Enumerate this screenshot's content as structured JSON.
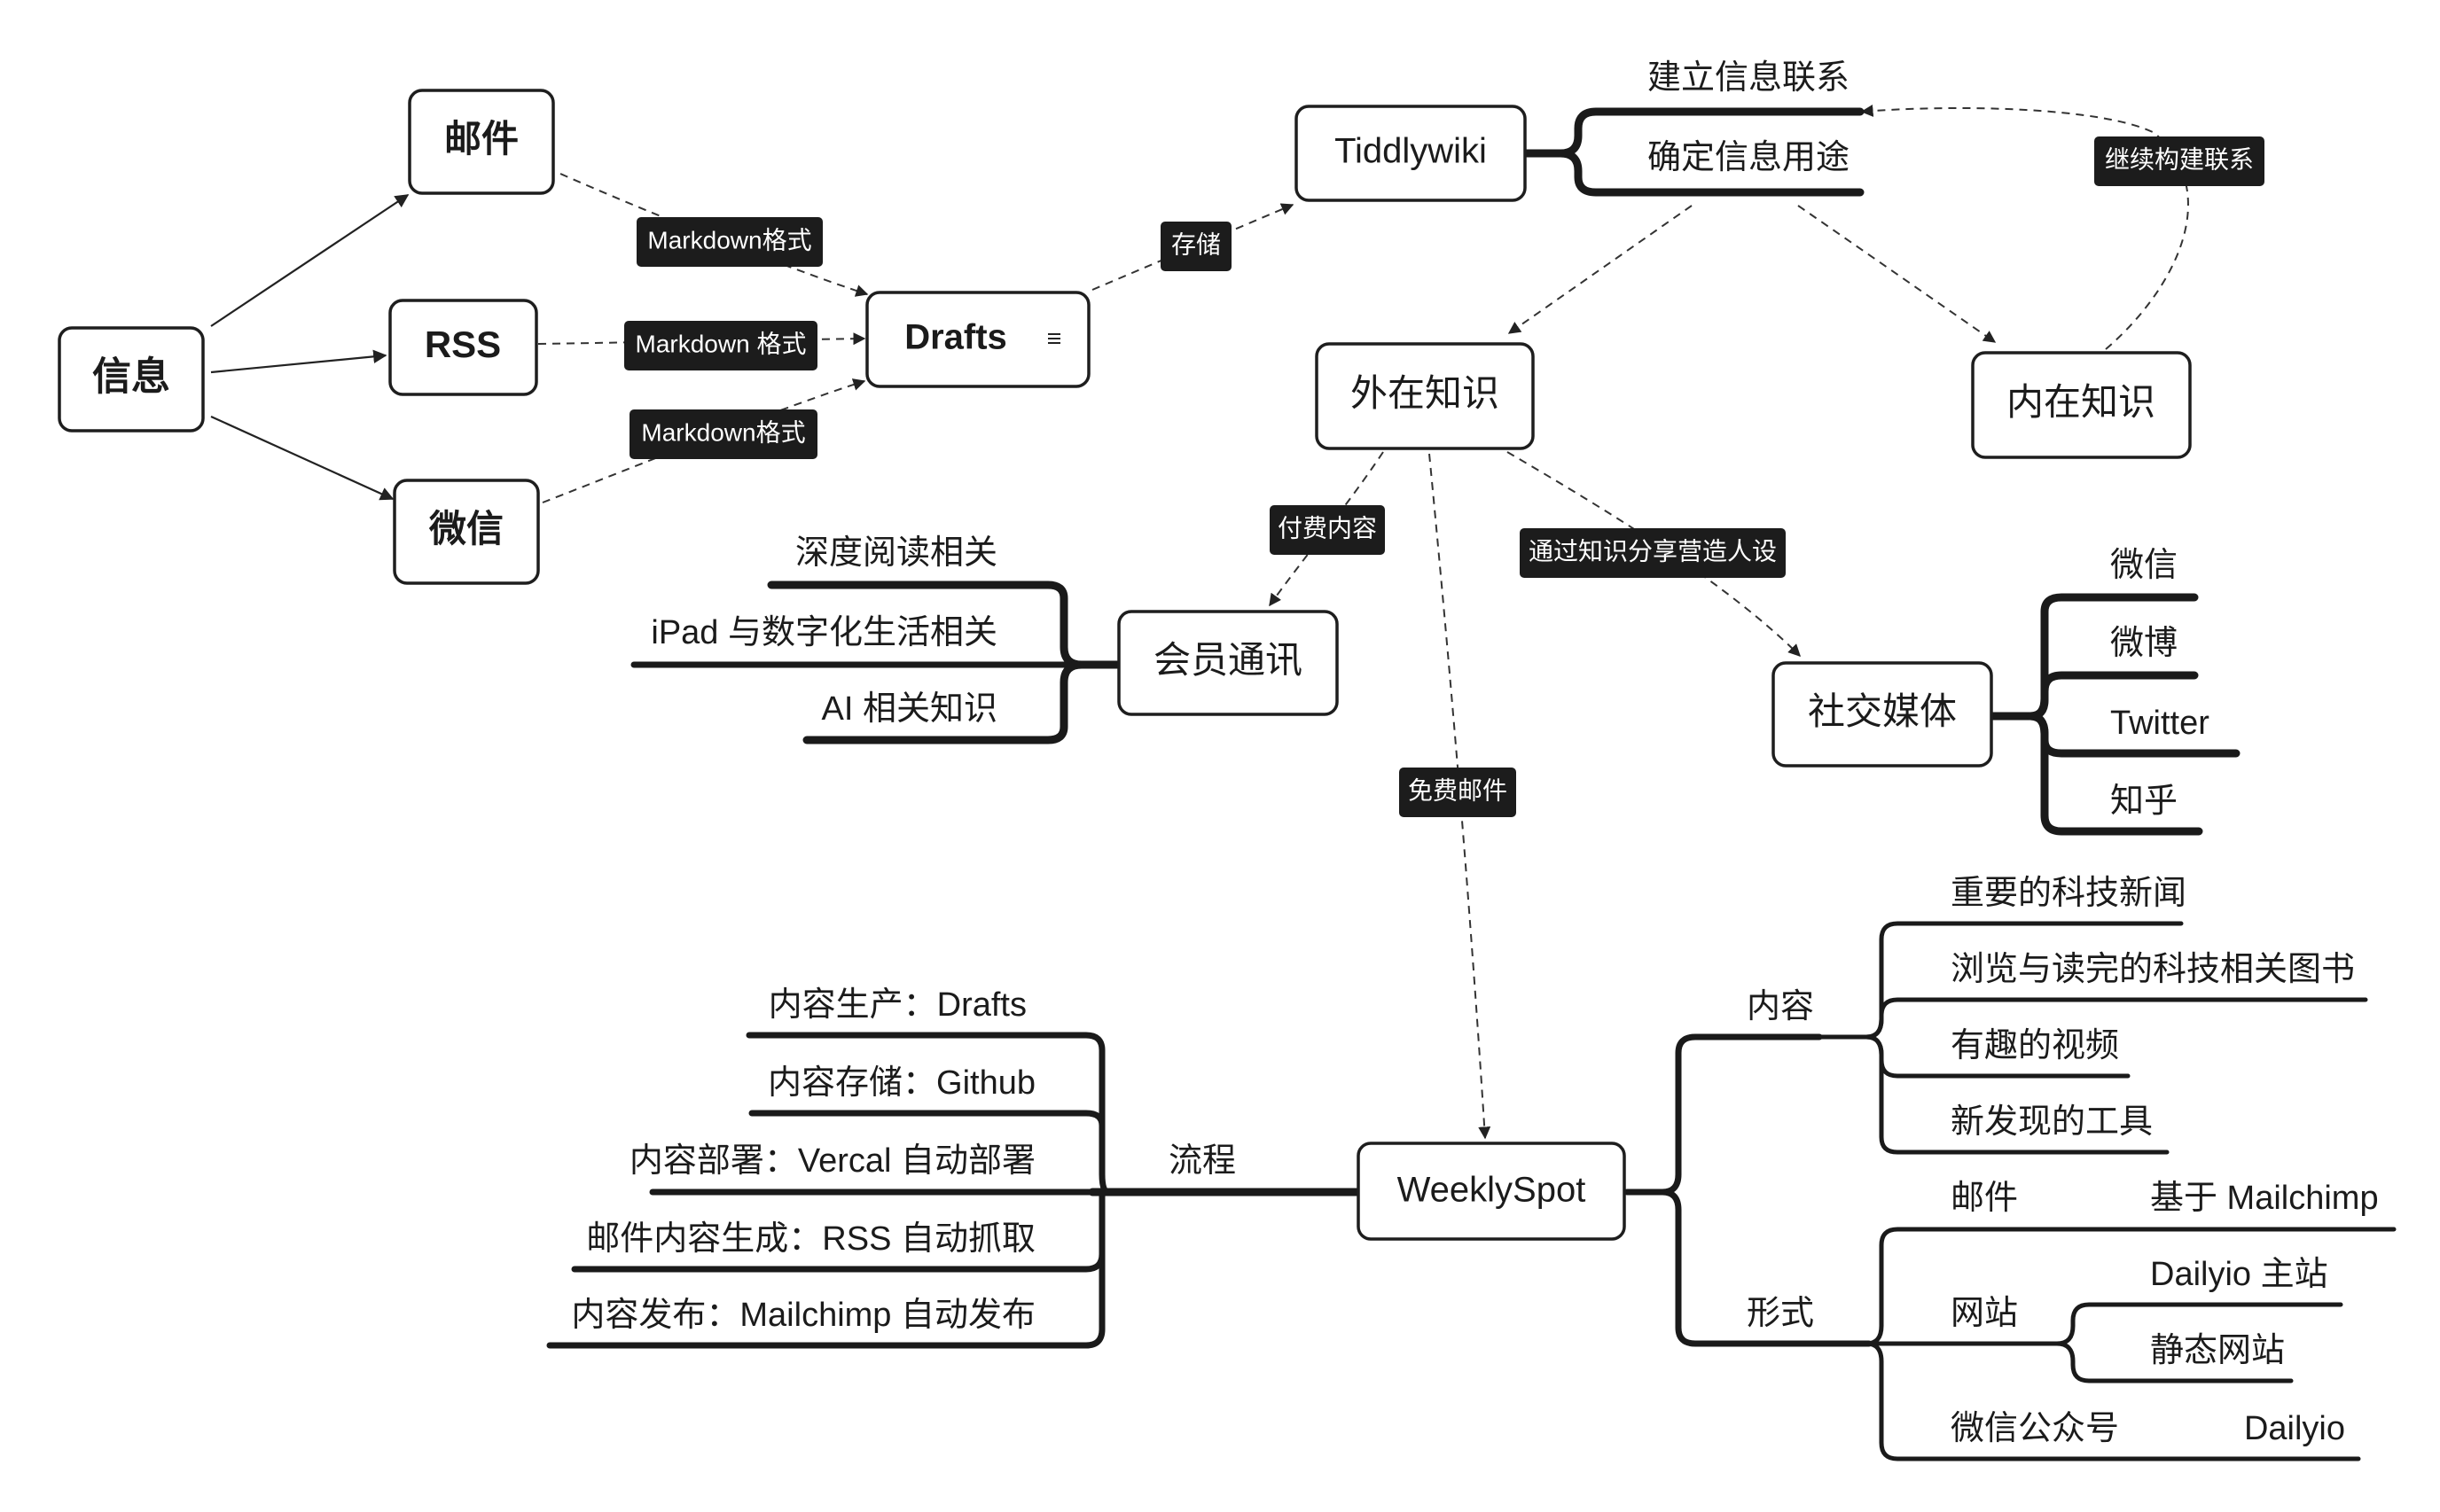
{
  "nodes": {
    "info": "信息",
    "mail": "邮件",
    "rss": "RSS",
    "wechat": "微信",
    "drafts": "Drafts",
    "drafts_icon": "list-lines-icon",
    "tiddlywiki": "Tiddlywiki",
    "external": "外在知识",
    "internal": "内在知识",
    "membership": "会员通讯",
    "social": "社交媒体",
    "weeklyspot": "WeeklySpot"
  },
  "tags": {
    "md1": "Markdown格式",
    "md2": "Markdown 格式",
    "md3": "Markdown格式",
    "store": "存储",
    "continue": "继续构建联系",
    "paid": "付费内容",
    "share": "通过知识分享营造人设",
    "free": "免费邮件"
  },
  "tiddly_branches": [
    "建立信息联系",
    "确定信息用途"
  ],
  "member_branches": [
    "深度阅读相关",
    "iPad 与数字化生活相关",
    "AI 相关知识"
  ],
  "social_branches": [
    "微信",
    "微博",
    "Twitter",
    "知乎"
  ],
  "process": {
    "label": "流程",
    "items": [
      "内容生产：Drafts",
      "内容存储：Github",
      "内容部署：Vercal 自动部署",
      "邮件内容生成：RSS 自动抓取",
      "内容发布：Mailchimp 自动发布"
    ]
  },
  "content": {
    "label": "内容",
    "items": [
      "重要的科技新闻",
      "浏览与读完的科技相关图书",
      "有趣的视频",
      "新发现的工具"
    ]
  },
  "form": {
    "label": "形式",
    "mail": "邮件",
    "mail_detail": "基于 Mailchimp",
    "site": "网站",
    "site_items": [
      "Dailyio 主站",
      "静态网站"
    ],
    "wechat_public": "微信公众号",
    "wechat_detail": "Dailyio"
  }
}
